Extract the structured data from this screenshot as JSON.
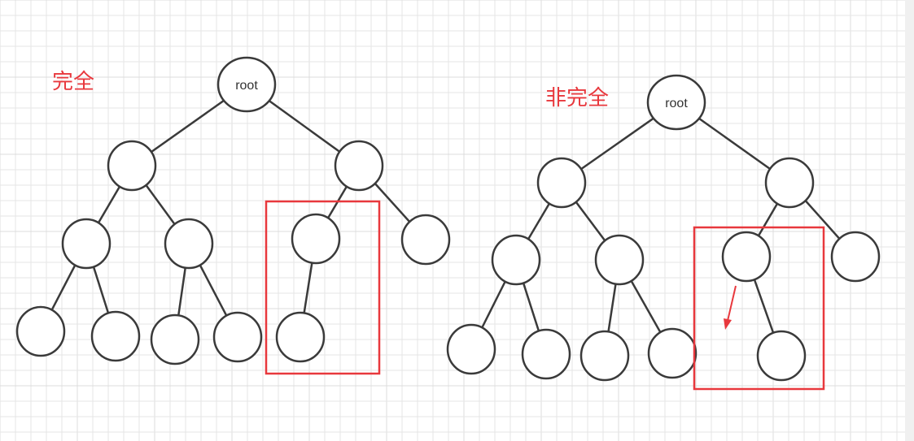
{
  "labels": {
    "complete": "完全",
    "incomplete": "非完全"
  },
  "trees": {
    "complete": {
      "root_label": "root"
    },
    "incomplete": {
      "root_label": "root"
    }
  },
  "colors": {
    "accent": "#e8383d",
    "node_stroke": "#3a3a3a",
    "grid": "#e6e6e6"
  }
}
